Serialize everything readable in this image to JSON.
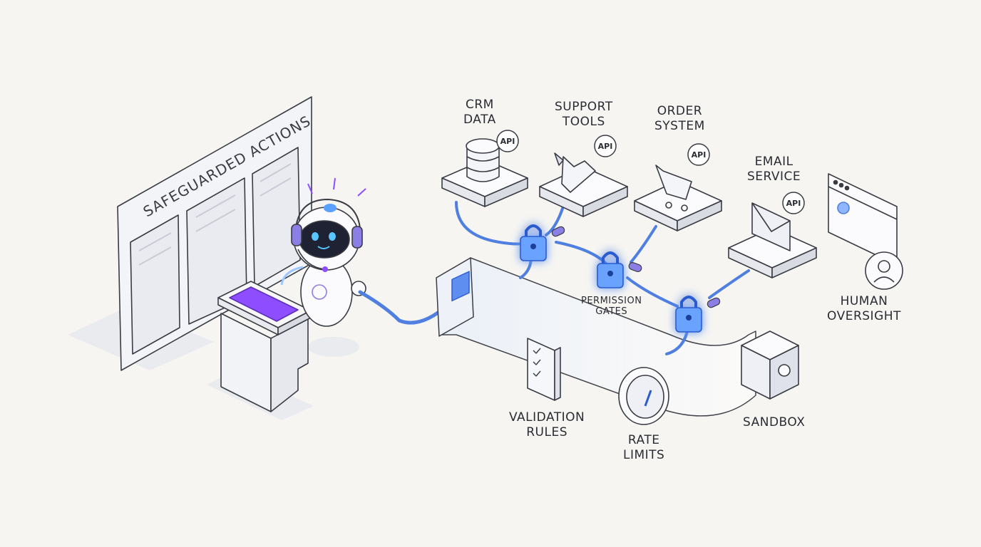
{
  "board": {
    "title": "SAFEGUARDED ACTIONS"
  },
  "services": {
    "crm": {
      "line1": "CRM",
      "line2": "DATA",
      "api": "API"
    },
    "support": {
      "line1": "SUPPORT",
      "line2": "TOOLS",
      "api": "API"
    },
    "order": {
      "line1": "ORDER",
      "line2": "SYSTEM",
      "api": "API"
    },
    "email": {
      "line1": "EMAIL",
      "line2": "SERVICE",
      "api": "API"
    }
  },
  "safeguards": {
    "permission": {
      "line1": "PERMISSION",
      "line2": "GATES"
    },
    "validation": {
      "line1": "VALIDATION",
      "line2": "RULES"
    },
    "rate": {
      "line1": "RATE",
      "line2": "LIMITS"
    },
    "sandbox": {
      "line1": "SANDBOX"
    },
    "human": {
      "line1": "HUMAN",
      "line2": "OVERSIGHT"
    }
  },
  "colors": {
    "accent_blue": "#4f7fe0",
    "glow": "#9fd0ff",
    "purple": "#8e4dff",
    "lavender": "#8b7fe6",
    "line": "#3a3c44"
  }
}
